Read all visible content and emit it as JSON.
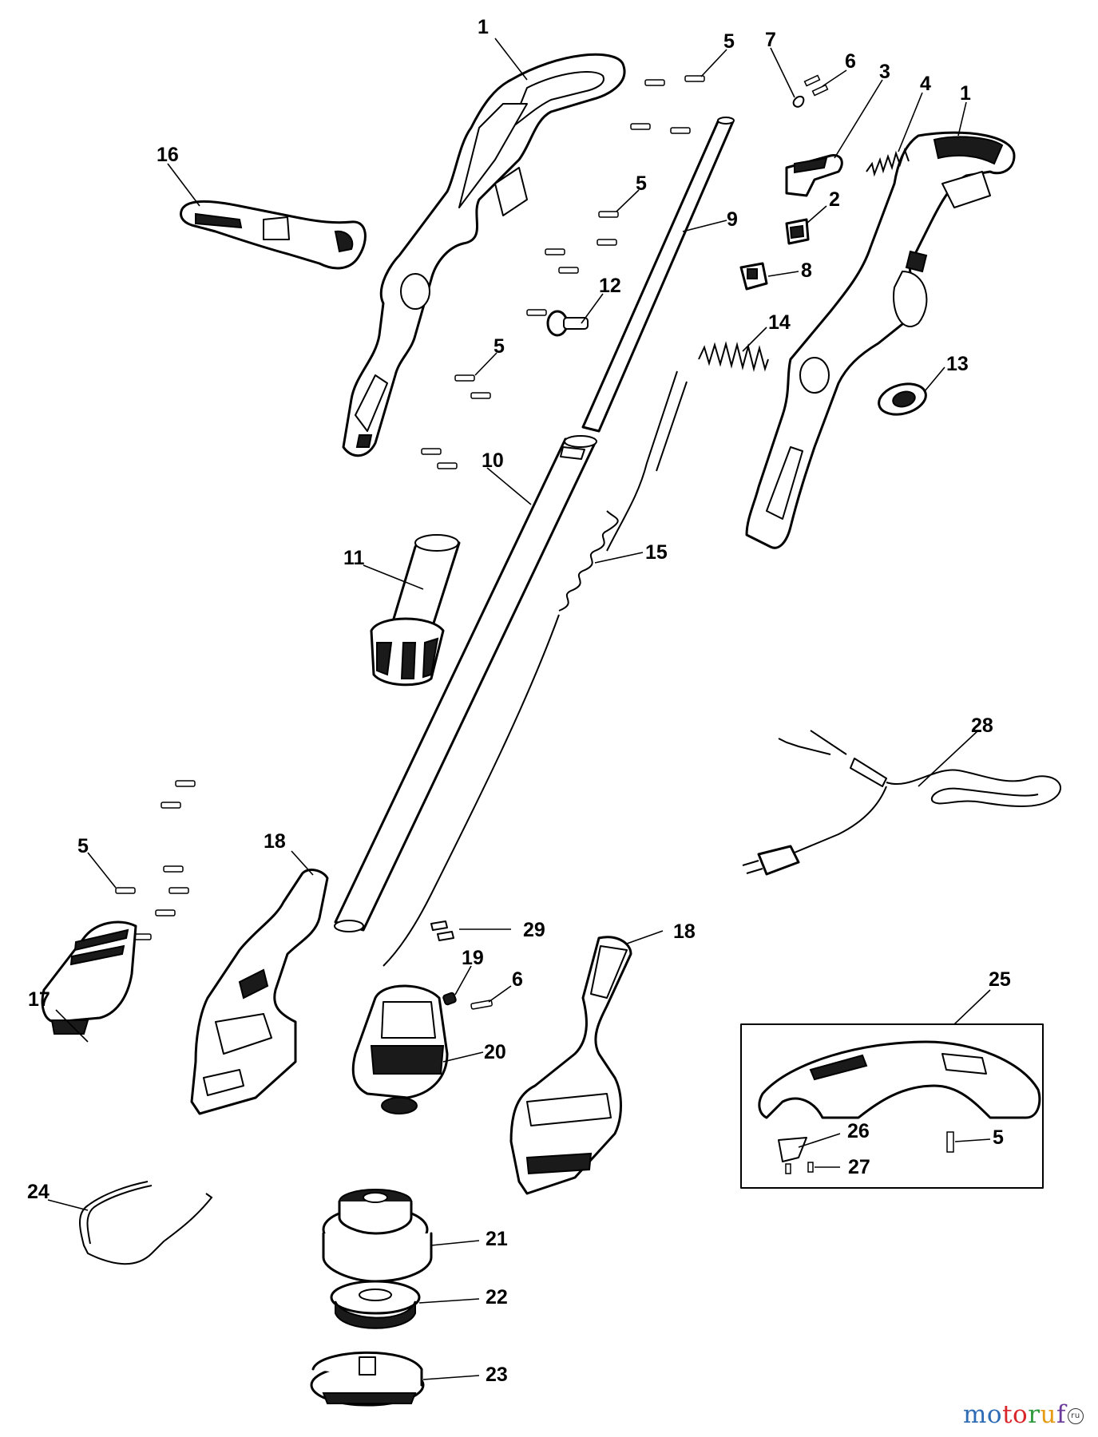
{
  "diagram": {
    "labels": [
      {
        "id": "l1a",
        "text": "1"
      },
      {
        "id": "l5a",
        "text": "5"
      },
      {
        "id": "l7",
        "text": "7"
      },
      {
        "id": "l6a",
        "text": "6"
      },
      {
        "id": "l3",
        "text": "3"
      },
      {
        "id": "l4",
        "text": "4"
      },
      {
        "id": "l1b",
        "text": "1"
      },
      {
        "id": "l16",
        "text": "16"
      },
      {
        "id": "l5b",
        "text": "5"
      },
      {
        "id": "l9",
        "text": "9"
      },
      {
        "id": "l2",
        "text": "2"
      },
      {
        "id": "l8",
        "text": "8"
      },
      {
        "id": "l12",
        "text": "12"
      },
      {
        "id": "l14",
        "text": "14"
      },
      {
        "id": "l5c",
        "text": "5"
      },
      {
        "id": "l13",
        "text": "13"
      },
      {
        "id": "l10",
        "text": "10"
      },
      {
        "id": "l11",
        "text": "11"
      },
      {
        "id": "l15",
        "text": "15"
      },
      {
        "id": "l28",
        "text": "28"
      },
      {
        "id": "l18a",
        "text": "18"
      },
      {
        "id": "l5d",
        "text": "5"
      },
      {
        "id": "l29",
        "text": "29"
      },
      {
        "id": "l18b",
        "text": "18"
      },
      {
        "id": "l19",
        "text": "19"
      },
      {
        "id": "l6b",
        "text": "6"
      },
      {
        "id": "l17",
        "text": "17"
      },
      {
        "id": "l20",
        "text": "20"
      },
      {
        "id": "l25",
        "text": "25"
      },
      {
        "id": "l26",
        "text": "26"
      },
      {
        "id": "l5e",
        "text": "5"
      },
      {
        "id": "l27",
        "text": "27"
      },
      {
        "id": "l24",
        "text": "24"
      },
      {
        "id": "l21",
        "text": "21"
      },
      {
        "id": "l22",
        "text": "22"
      },
      {
        "id": "l23",
        "text": "23"
      }
    ]
  },
  "watermark": {
    "p1": "mo",
    "p2": "to",
    "p3": "r",
    "p4": "u",
    "p5": "f",
    "suffix": "ru"
  },
  "colors": {
    "ink": "#000000",
    "background": "#ffffff",
    "wm_blue": "#2d6bb5",
    "wm_red": "#d8262b",
    "wm_green": "#2f9a3d",
    "wm_orange": "#e59b15",
    "wm_purple": "#6c3a9a"
  }
}
